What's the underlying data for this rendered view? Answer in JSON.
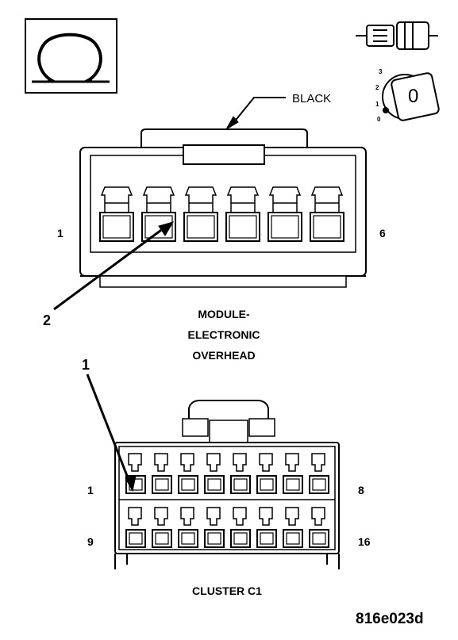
{
  "icons": {
    "ohm": "ohmmeter-symbol-icon",
    "connector_key": "disconnected-connector-icon",
    "ignition": "ignition-key-off-icon"
  },
  "ignition": {
    "positions": [
      "3",
      "2",
      "1",
      "0"
    ],
    "key_label": "0"
  },
  "module_connector": {
    "color_label": "BLACK",
    "pin_first": "1",
    "pin_last": "6",
    "callout": "2",
    "title_lines": [
      "MODULE-",
      "ELECTRONIC",
      "OVERHEAD"
    ],
    "cavity_count": 6
  },
  "cluster_connector": {
    "callout": "1",
    "row1_first": "1",
    "row1_last": "8",
    "row2_first": "9",
    "row2_last": "16",
    "title": "CLUSTER C1",
    "cavities_per_row": 8
  },
  "figure_ref": "816e023d"
}
